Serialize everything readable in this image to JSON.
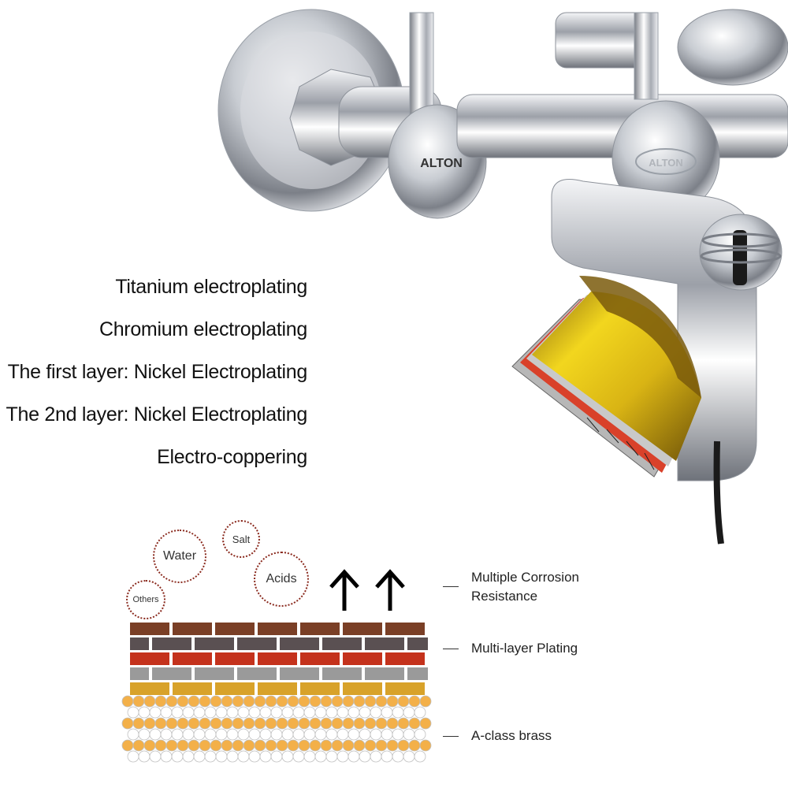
{
  "faucet": {
    "brand_left": "ALTON",
    "brand_right": "ALTON"
  },
  "plating_layers": [
    "Titanium electroplating",
    "Chromium electroplating",
    "The first layer: Nickel Electroplating",
    "The 2nd layer: Nickel Electroplating",
    "Electro-coppering"
  ],
  "threats": [
    "Water",
    "Salt",
    "Acids",
    "Others"
  ],
  "side_labels": {
    "resistance": "Multiple Corrosion Resistance",
    "plating": "Multi-layer Plating",
    "brass": "A-class brass"
  },
  "colors": {
    "brick_brown": "#7a3f26",
    "brick_dark": "#5a5052",
    "brick_red": "#c4321c",
    "brick_gray": "#9a9a9a",
    "brick_gold": "#d8a22a",
    "brass_orange": "#f3b049",
    "chrome": "#c8ccd2",
    "sheet_gold": "#e4c21b"
  }
}
